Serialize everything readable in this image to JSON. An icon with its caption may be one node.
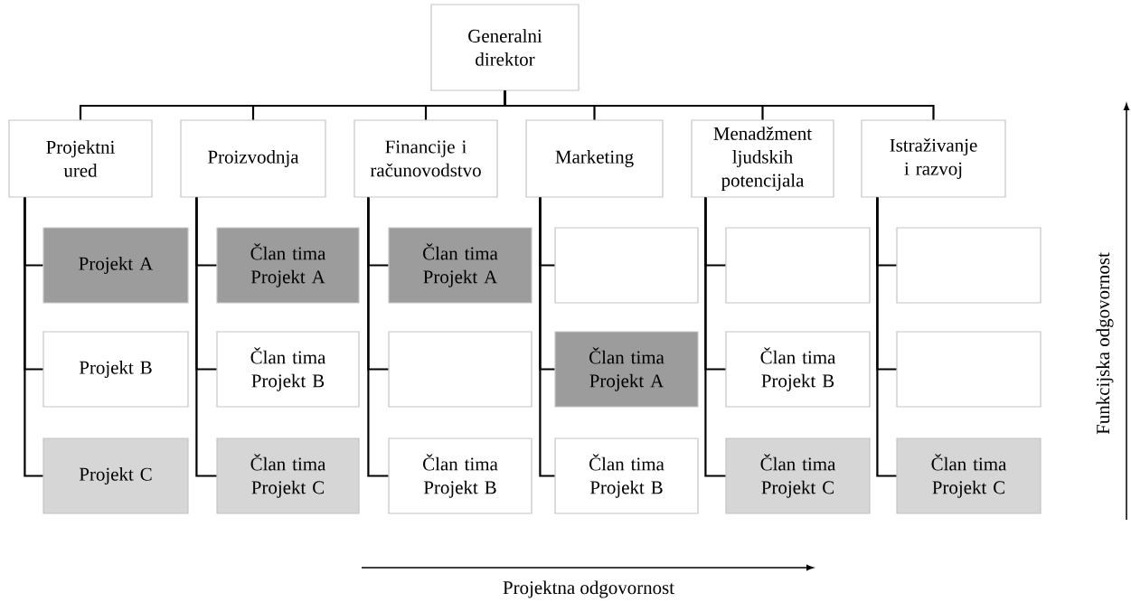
{
  "diagram": {
    "nodes": [
      {
        "text": [
          "Generalni direktor"
        ]
      },
      {
        "text": [
          "Projektni ured"
        ]
      },
      {
        "text": [
          "Proizvodnja"
        ]
      },
      {
        "text": [
          "Financije i računovodstvo"
        ]
      },
      {
        "text": [
          "Marketing"
        ]
      },
      {
        "text": [
          "Menadžment ljudskih potencijala"
        ]
      },
      {
        "text": [
          "Istraživanje i razvoj"
        ]
      },
      {
        "text": [
          "Projekt A"
        ]
      },
      {
        "text": [
          "Član tima Projekt A"
        ]
      },
      {
        "text": [
          "Član tima Projekt A"
        ]
      },
      {
        "text": [],
        "shape": "box"
      },
      {
        "text": [],
        "shape": "box"
      },
      {
        "text": [],
        "shape": "box"
      },
      {
        "text": [
          "Projekt B"
        ]
      },
      {
        "text": [
          "Član tima Projekt B"
        ]
      },
      {
        "text": [],
        "shape": "box"
      },
      {
        "text": [
          "Član tima Projekt A"
        ]
      },
      {
        "text": [
          "Član tima Projekt B"
        ]
      },
      {
        "text": [],
        "shape": "box"
      },
      {
        "text": [
          "Projekt C"
        ]
      },
      {
        "text": [
          "Član tima Projekt C"
        ]
      },
      {
        "text": [
          "Član tima Projekt B"
        ]
      },
      {
        "text": [
          "Član tima Projekt B"
        ]
      },
      {
        "text": [
          "Član tima Projekt C"
        ]
      },
      {
        "text": [
          "Član tima Projekt C"
        ]
      }
    ],
    "edges": [
      {
        "from": 0,
        "to": 1,
        "arrow": "none"
      },
      {
        "from": 0,
        "to": 2,
        "arrow": "none"
      },
      {
        "from": 0,
        "to": 3,
        "arrow": "none"
      },
      {
        "from": 0,
        "to": 4,
        "arrow": "none"
      },
      {
        "from": 0,
        "to": 5,
        "arrow": "none"
      },
      {
        "from": 0,
        "to": 6,
        "arrow": "none"
      },
      {
        "from": 1,
        "to": 7,
        "arrow": "none"
      },
      {
        "from": 1,
        "to": 13,
        "arrow": "none"
      },
      {
        "from": 1,
        "to": 19,
        "arrow": "none"
      },
      {
        "from": 2,
        "to": 8,
        "arrow": "none"
      },
      {
        "from": 2,
        "to": 14,
        "arrow": "none"
      },
      {
        "from": 2,
        "to": 20,
        "arrow": "none"
      },
      {
        "from": 3,
        "to": 9,
        "arrow": "none"
      },
      {
        "from": 3,
        "to": 15,
        "arrow": "none"
      },
      {
        "from": 3,
        "to": 21,
        "arrow": "none"
      },
      {
        "from": 4,
        "to": 10,
        "arrow": "none"
      },
      {
        "from": 4,
        "to": 16,
        "arrow": "none"
      },
      {
        "from": 4,
        "to": 22,
        "arrow": "none"
      },
      {
        "from": 5,
        "to": 11,
        "arrow": "none"
      },
      {
        "from": 5,
        "to": 17,
        "arrow": "none"
      },
      {
        "from": 5,
        "to": 23,
        "arrow": "none"
      },
      {
        "from": 6,
        "to": 12,
        "arrow": "none"
      },
      {
        "from": 6,
        "to": 18,
        "arrow": "none"
      },
      {
        "from": 6,
        "to": 24,
        "arrow": "none"
      }
    ],
    "labels": [
      "Projektna odgovornost",
      "Funkcijska odgovornost"
    ]
  }
}
